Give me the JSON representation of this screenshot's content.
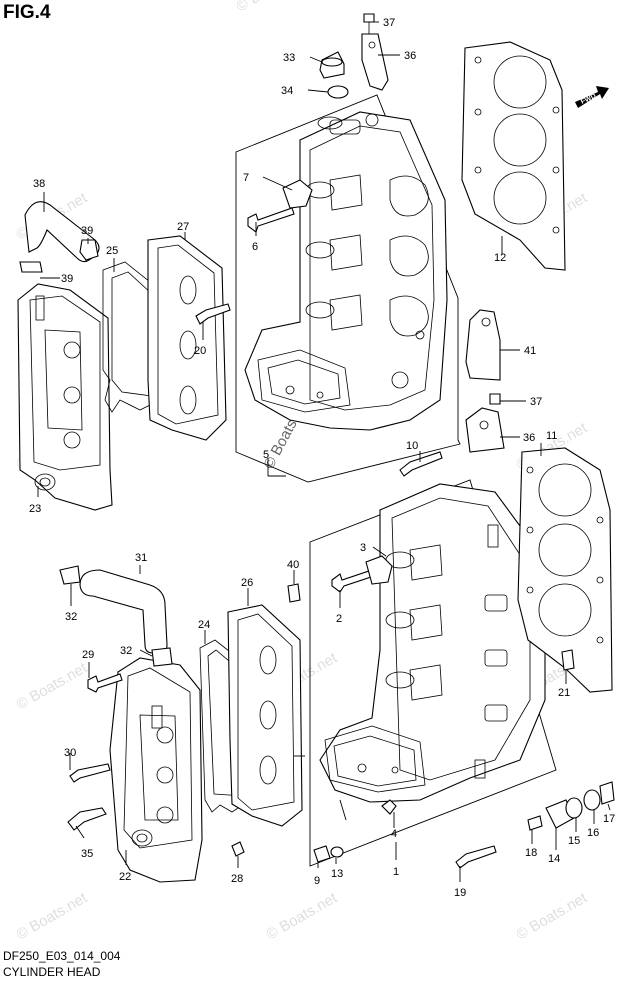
{
  "header": {
    "figure_label": "FIG.4"
  },
  "footer": {
    "diagram_code": "DF250_E03_014_004",
    "caption": "CYLINDER HEAD"
  },
  "watermark": {
    "text": "© Boats.net"
  },
  "direction_badge": {
    "text": "FWD"
  },
  "callouts": {
    "c1": "1",
    "c2": "2",
    "c3": "3",
    "c4": "4",
    "c5": "5",
    "c6": "6",
    "c7": "7",
    "c9": "9",
    "c10": "10",
    "c11": "11",
    "c12": "12",
    "c13": "13",
    "c14": "14",
    "c15": "15",
    "c16": "16",
    "c17": "17",
    "c18": "18",
    "c19": "19",
    "c20": "20",
    "c21": "21",
    "c22": "22",
    "c23": "23",
    "c24": "24",
    "c25": "25",
    "c26": "26",
    "c27": "27",
    "c28": "28",
    "c29": "29",
    "c30": "30",
    "c31": "31",
    "c32a": "32",
    "c32b": "32",
    "c33": "33",
    "c34": "34",
    "c35": "35",
    "c36a": "36",
    "c36b": "36",
    "c37a": "37",
    "c37b": "37",
    "c38": "38",
    "c39a": "39",
    "c39b": "39",
    "c40": "40",
    "c41": "41"
  }
}
